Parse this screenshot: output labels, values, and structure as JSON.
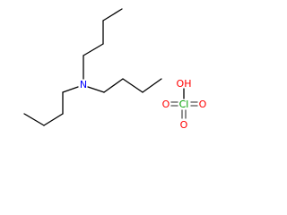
{
  "molecules": {
    "amine": {
      "atoms": [
        {
          "id": "N",
          "label": "N"
        }
      ]
    },
    "perchloric_acid": {
      "atoms": [
        {
          "id": "OH",
          "label": "OH"
        },
        {
          "id": "O_left",
          "label": "O"
        },
        {
          "id": "Cl",
          "label": "Cl"
        },
        {
          "id": "O_right",
          "label": "O"
        },
        {
          "id": "O_bottom",
          "label": "O"
        }
      ]
    }
  },
  "colors": {
    "carbon": "#000000",
    "nitrogen": "#0000ff",
    "oxygen": "#ff0000",
    "chlorine": "#00a000",
    "hydrogen": "#ff0000"
  }
}
